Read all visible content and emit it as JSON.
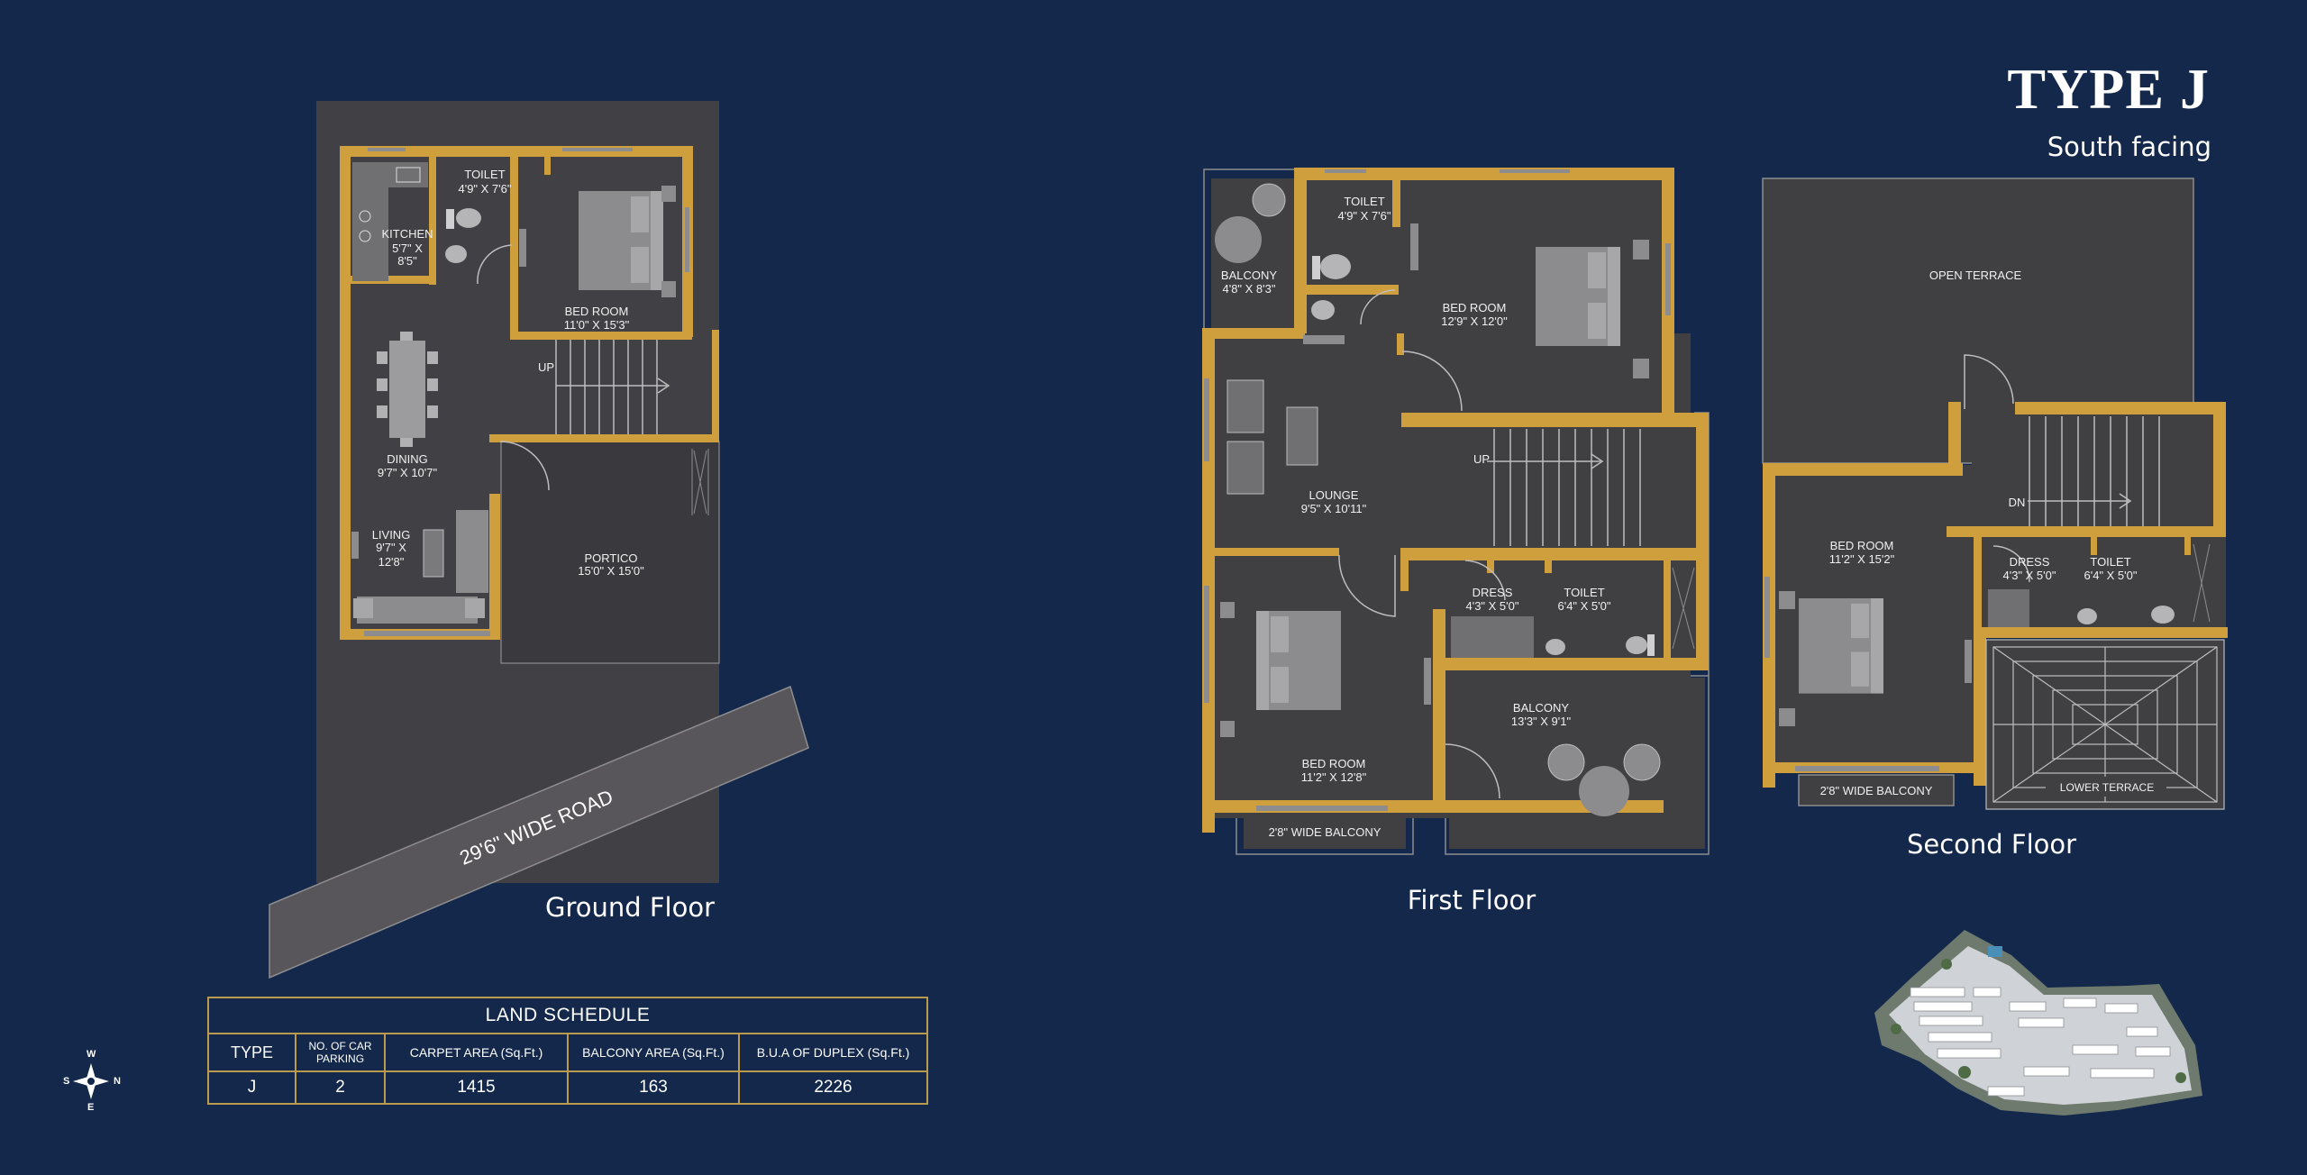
{
  "header": {
    "title": "TYPE J",
    "facing": "South facing"
  },
  "floors": {
    "ground": {
      "caption": "Ground Floor",
      "rooms": {
        "toilet": {
          "name": "TOILET",
          "size": "4'9\" X 7'6\""
        },
        "kitchen": {
          "name": "KITCHEN",
          "size1": "5'7\" X",
          "size2": "8'5\""
        },
        "bedroom": {
          "name": "BED ROOM",
          "size": "11'0\" X 15'3\""
        },
        "stair_up": "UP",
        "dining": {
          "name": "DINING",
          "size": "9'7\" X 10'7\""
        },
        "living": {
          "name": "LIVING",
          "size1": "9'7\" X",
          "size2": "12'8\""
        },
        "portico": {
          "name": "PORTICO",
          "size": "15'0\" X 15'0\""
        }
      },
      "road": "29'6\" WIDE ROAD"
    },
    "first": {
      "caption": "First Floor",
      "rooms": {
        "balcony_small": {
          "name": "BALCONY",
          "size": "4'8\" X 8'3\""
        },
        "toilet": {
          "name": "TOILET",
          "size": "4'9\" X 7'6\""
        },
        "bedroom1": {
          "name": "BED ROOM",
          "size": "12'9\" X 12'0\""
        },
        "stair_up": "UP",
        "lounge": {
          "name": "LOUNGE",
          "size": "9'5\" X 10'11\""
        },
        "dress": {
          "name": "DRESS",
          "size": "4'3\" X 5'0\""
        },
        "toilet2": {
          "name": "TOILET",
          "size": "6'4\" X 5'0\""
        },
        "balcony": {
          "name": "BALCONY",
          "size": "13'3\" X 9'1\""
        },
        "bedroom2": {
          "name": "BED ROOM",
          "size": "11'2\" X 12'8\""
        },
        "wide_balcony": "2'8\" WIDE BALCONY"
      }
    },
    "second": {
      "caption": "Second Floor",
      "rooms": {
        "open_terrace": "OPEN TERRACE",
        "stair_dn": "DN",
        "bedroom": {
          "name": "BED ROOM",
          "size": "11'2\" X 15'2\""
        },
        "dress": {
          "name": "DRESS",
          "size": "4'3\" X 5'0\""
        },
        "toilet": {
          "name": "TOILET",
          "size": "6'4\" X 5'0\""
        },
        "wide_balcony": "2'8\" WIDE BALCONY",
        "lower_terrace": "LOWER TERRACE"
      }
    }
  },
  "land_schedule": {
    "title": "LAND SCHEDULE",
    "headers": [
      "TYPE",
      "NO. OF CAR PARKING",
      "CARPET AREA (Sq.Ft.)",
      "BALCONY AREA (Sq.Ft.)",
      "B.U.A OF DUPLEX (Sq.Ft.)"
    ],
    "row": [
      "J",
      "2",
      "1415",
      "163",
      "2226"
    ]
  },
  "compass": {
    "n": "N",
    "s": "S",
    "e": "E",
    "w": "W"
  },
  "colors": {
    "background": "#13284a",
    "wall": "#cf9f3e",
    "floor": "#403f42",
    "table_border": "#b99a4e"
  }
}
